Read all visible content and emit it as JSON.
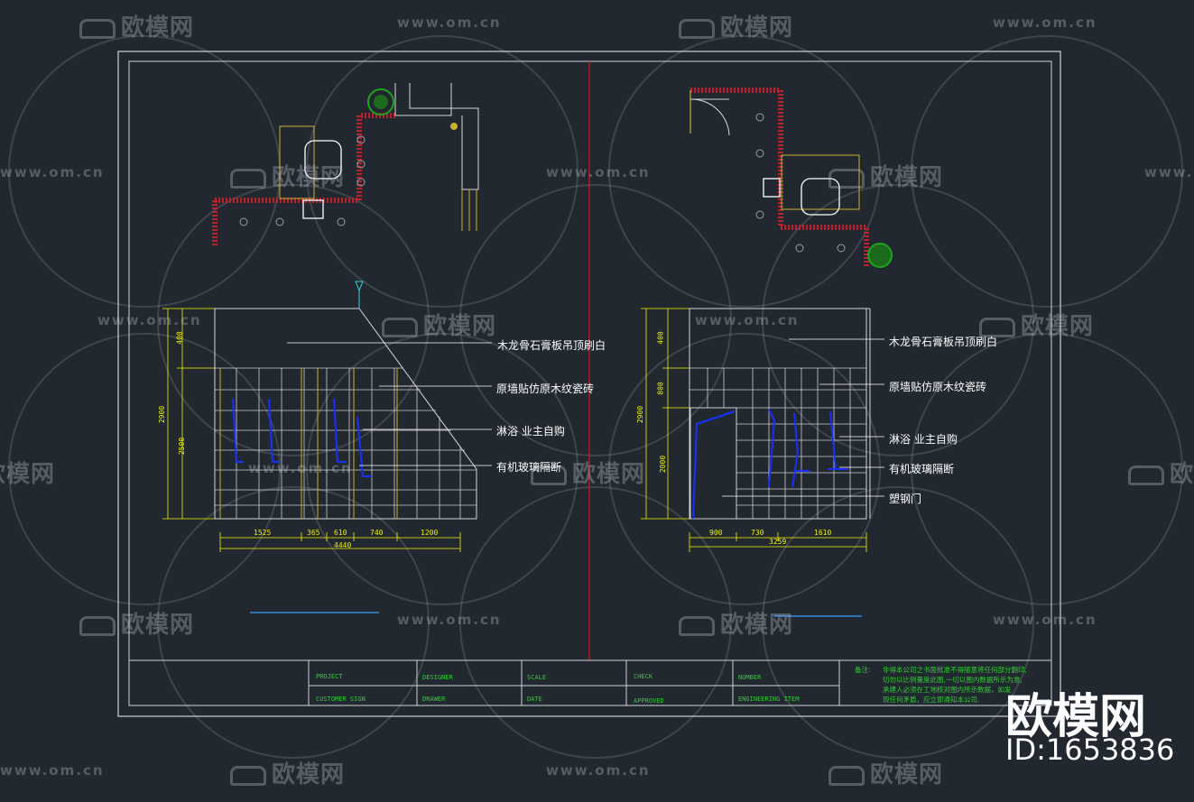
{
  "watermark": {
    "url": "www.om.cn",
    "brand": "欧模网"
  },
  "left_elevation": {
    "callouts": [
      "木龙骨石膏板吊顶刷白",
      "原墙贴仿原木纹瓷砖",
      "淋浴  业主自购",
      "有机玻璃隔断"
    ],
    "dims_horizontal": [
      "1525",
      "365",
      "610",
      "740",
      "1200"
    ],
    "dim_total": "4440",
    "dims_vertical": [
      "2900",
      "400",
      "2500"
    ]
  },
  "right_elevation": {
    "callouts": [
      "木龙骨石膏板吊顶刷白",
      "原墙贴仿原木纹瓷砖",
      "淋浴  业主自购",
      "有机玻璃隔断",
      "塑钢门"
    ],
    "dims_horizontal": [
      "900",
      "730",
      "1610"
    ],
    "dim_total": "3259",
    "dims_vertical": [
      "2900",
      "400",
      "800",
      "2000"
    ]
  },
  "title_block": {
    "project": "PROJECT",
    "customer_sign": "CUSTOMER SIGN",
    "designer": "DESIGNER",
    "drawer": "DRAWER",
    "scale": "SCALE",
    "date": "DATE",
    "check": "CHECK",
    "approved": "APPROVED",
    "number": "NUMBER",
    "engineering_item": "ENGINEERING  ITEM",
    "note_label": "备注:",
    "note_lines": [
      "非得本公司之书面批准不得随意将任何部分翻印,",
      "切勿以比例量度此图,一切以图内数据所示为准,",
      "承建人必须在工地核对图内所示数据，如发",
      "现任何矛盾，应立即通知本公司."
    ]
  },
  "brand_overlay": {
    "name": "欧模网",
    "id": "ID:1653836"
  },
  "colors": {
    "background": "#212830",
    "frame": "#cfd3d6",
    "wall": "#c0202a",
    "dim": "#f2f200",
    "callout": "#ffffff",
    "fixture": "#1730ff",
    "titleblock_text": "#2fd02f",
    "divider": "#d01818"
  }
}
